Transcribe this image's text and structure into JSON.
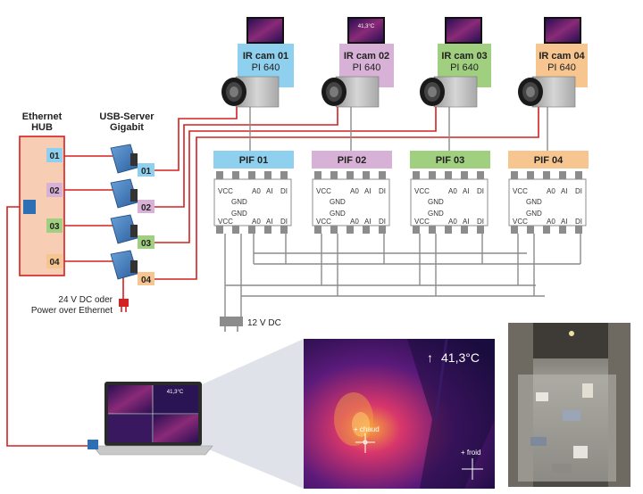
{
  "hub": {
    "title_line1": "Ethernet",
    "title_line2": "HUB",
    "ports": [
      "01",
      "02",
      "03",
      "04"
    ]
  },
  "usb_server": {
    "title_line1": "USB-Server",
    "title_line2": "Gigabit",
    "ports": [
      "01",
      "02",
      "03",
      "04"
    ]
  },
  "power_note": {
    "line1": "24 V DC oder",
    "line2": "Power over Ethernet"
  },
  "cameras": [
    {
      "name": "IR cam 01",
      "model": "PI 640",
      "color": "#8ed0ee"
    },
    {
      "name": "IR cam 02",
      "model": "PI 640",
      "color": "#d8b2d6"
    },
    {
      "name": "IR cam 03",
      "model": "PI 640",
      "color": "#9fcf7f"
    },
    {
      "name": "IR cam 04",
      "model": "PI 640",
      "color": "#f7c58f"
    }
  ],
  "thumb_temp": "41,3°C",
  "pifs": [
    {
      "label": "PIF 01",
      "color": "#8ed0ee"
    },
    {
      "label": "PIF 02",
      "color": "#d8b2d6"
    },
    {
      "label": "PIF 03",
      "color": "#9fcf7f"
    },
    {
      "label": "PIF 04",
      "color": "#f7c58f"
    }
  ],
  "pif_pins": {
    "top": [
      "VCC",
      "A0",
      "AI",
      "DI"
    ],
    "gnd": "GND",
    "bottom": [
      "VCC",
      "A0",
      "AI",
      "DI"
    ]
  },
  "supply": "12 V DC",
  "thermal_view": {
    "temperature": "41,3°C",
    "arrow": "↑",
    "hot_label": "+ chaud",
    "cold_label": "+ froid"
  },
  "laptop_temp": "41,3°C",
  "colors": {
    "red_wire": "#d42020",
    "gray_wire": "#8c8c8c",
    "hub_fill": "#f7cdb4",
    "port_blue": "#8ed0ee",
    "port_purple": "#d8b2d6",
    "port_green": "#9fcf7f",
    "port_orange": "#f7c58f",
    "connector_blue": "#2c6fb5"
  }
}
